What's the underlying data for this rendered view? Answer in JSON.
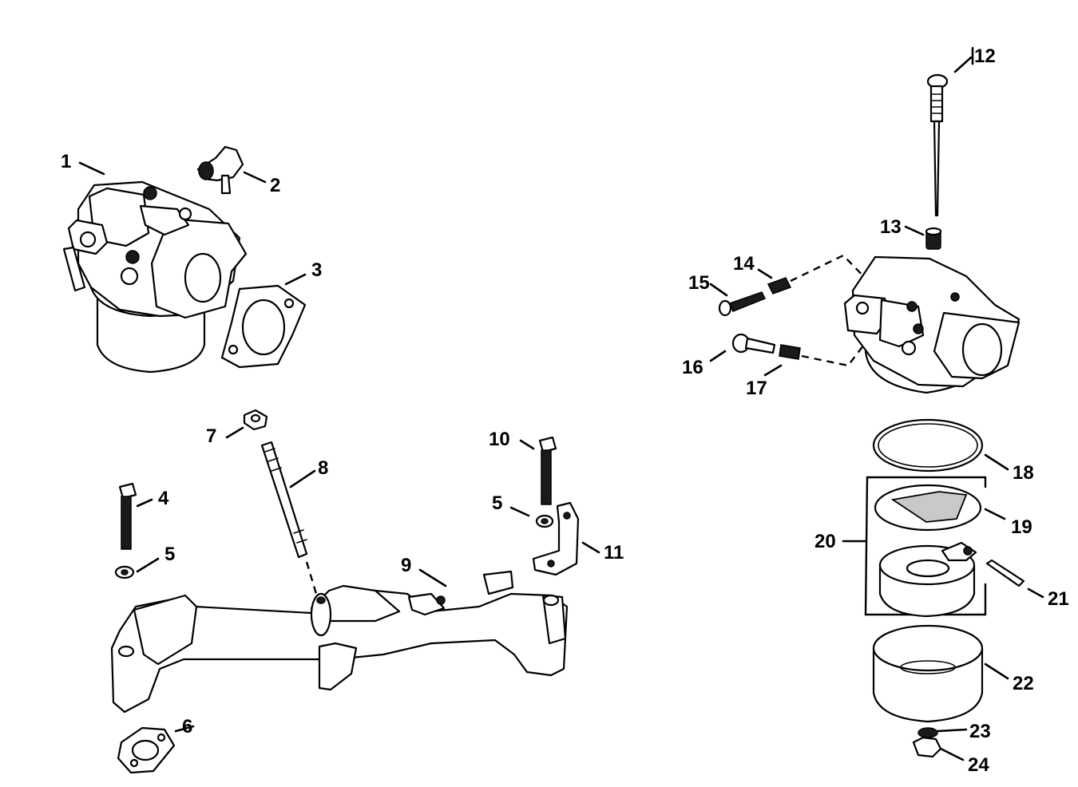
{
  "callouts": [
    "1",
    "2",
    "3",
    "4",
    "5",
    "6",
    "7",
    "8",
    "9",
    "10",
    "11",
    "12",
    "13",
    "14",
    "15",
    "16",
    "17",
    "18",
    "19",
    "20",
    "21",
    "22",
    "23",
    "24",
    "5"
  ],
  "colors": {
    "ink": "#000000",
    "paper": "#ffffff",
    "shade": "#c9c9c9"
  }
}
